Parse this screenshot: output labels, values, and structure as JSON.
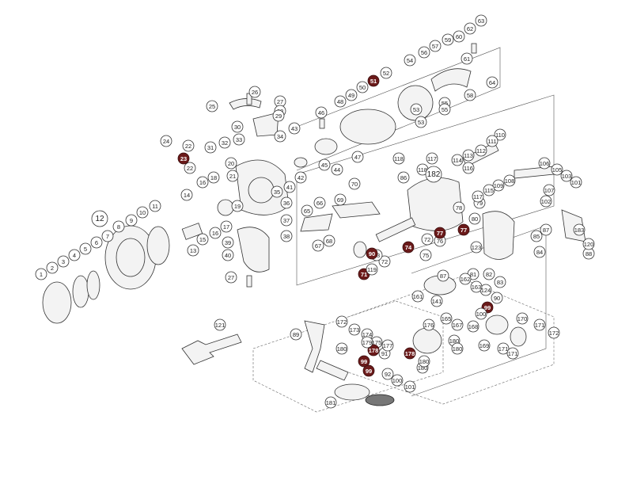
{
  "diagram": {
    "callouts": [
      {
        "label": "1"
      },
      {
        "label": "2"
      },
      {
        "label": "3"
      },
      {
        "label": "4"
      },
      {
        "label": "5"
      },
      {
        "label": "6"
      },
      {
        "label": "7"
      },
      {
        "label": "8"
      },
      {
        "label": "9"
      },
      {
        "label": "10"
      },
      {
        "label": "11"
      },
      {
        "label": "12",
        "style": "big"
      },
      {
        "label": "13"
      },
      {
        "label": "14"
      },
      {
        "label": "15"
      },
      {
        "label": "16"
      },
      {
        "label": "16"
      },
      {
        "label": "17"
      },
      {
        "label": "18"
      },
      {
        "label": "19"
      },
      {
        "label": "20"
      },
      {
        "label": "21"
      },
      {
        "label": "22"
      },
      {
        "label": "22"
      },
      {
        "label": "23",
        "style": "dark"
      },
      {
        "label": "24"
      },
      {
        "label": "25"
      },
      {
        "label": "26"
      },
      {
        "label": "27"
      },
      {
        "label": "27"
      },
      {
        "label": "28"
      },
      {
        "label": "29"
      },
      {
        "label": "30"
      },
      {
        "label": "31"
      },
      {
        "label": "32"
      },
      {
        "label": "33"
      },
      {
        "label": "34"
      },
      {
        "label": "35"
      },
      {
        "label": "36"
      },
      {
        "label": "37"
      },
      {
        "label": "38"
      },
      {
        "label": "39"
      },
      {
        "label": "40"
      },
      {
        "label": "41"
      },
      {
        "label": "42"
      },
      {
        "label": "43"
      },
      {
        "label": "44"
      },
      {
        "label": "45"
      },
      {
        "label": "46"
      },
      {
        "label": "47"
      },
      {
        "label": "48"
      },
      {
        "label": "49"
      },
      {
        "label": "50"
      },
      {
        "label": "51",
        "style": "dark"
      },
      {
        "label": "52"
      },
      {
        "label": "53"
      },
      {
        "label": "53"
      },
      {
        "label": "54"
      },
      {
        "label": "55"
      },
      {
        "label": "55"
      },
      {
        "label": "56"
      },
      {
        "label": "57"
      },
      {
        "label": "58"
      },
      {
        "label": "59"
      },
      {
        "label": "60"
      },
      {
        "label": "61"
      },
      {
        "label": "62"
      },
      {
        "label": "63"
      },
      {
        "label": "64"
      },
      {
        "label": "65"
      },
      {
        "label": "66"
      },
      {
        "label": "67"
      },
      {
        "label": "68"
      },
      {
        "label": "69"
      },
      {
        "label": "70"
      },
      {
        "label": "71",
        "style": "dark"
      },
      {
        "label": "72"
      },
      {
        "label": "73"
      },
      {
        "label": "74",
        "style": "dark"
      },
      {
        "label": "75"
      },
      {
        "label": "76"
      },
      {
        "label": "77",
        "style": "dark"
      },
      {
        "label": "77",
        "style": "dark"
      },
      {
        "label": "78"
      },
      {
        "label": "79"
      },
      {
        "label": "80"
      },
      {
        "label": "81"
      },
      {
        "label": "82"
      },
      {
        "label": "83"
      },
      {
        "label": "84"
      },
      {
        "label": "85"
      },
      {
        "label": "86"
      },
      {
        "label": "87"
      },
      {
        "label": "87"
      },
      {
        "label": "88"
      },
      {
        "label": "89"
      },
      {
        "label": "90"
      },
      {
        "label": "91"
      },
      {
        "label": "92"
      },
      {
        "label": "99",
        "style": "dark"
      },
      {
        "label": "99",
        "style": "dark"
      },
      {
        "label": "99",
        "style": "dark"
      },
      {
        "label": "100"
      },
      {
        "label": "100"
      },
      {
        "label": "101"
      },
      {
        "label": "101"
      },
      {
        "label": "102"
      },
      {
        "label": "103"
      },
      {
        "label": "105"
      },
      {
        "label": "106"
      },
      {
        "label": "107"
      },
      {
        "label": "108"
      },
      {
        "label": "109"
      },
      {
        "label": "110"
      },
      {
        "label": "111"
      },
      {
        "label": "112"
      },
      {
        "label": "113"
      },
      {
        "label": "114"
      },
      {
        "label": "115"
      },
      {
        "label": "116"
      },
      {
        "label": "117"
      },
      {
        "label": "117"
      },
      {
        "label": "118"
      },
      {
        "label": "118"
      },
      {
        "label": "119"
      },
      {
        "label": "120"
      },
      {
        "label": "121"
      },
      {
        "label": "123"
      },
      {
        "label": "124"
      },
      {
        "label": "141"
      },
      {
        "label": "161"
      },
      {
        "label": "162"
      },
      {
        "label": "163"
      },
      {
        "label": "165"
      },
      {
        "label": "167"
      },
      {
        "label": "168"
      },
      {
        "label": "169"
      },
      {
        "label": "170"
      },
      {
        "label": "171"
      },
      {
        "label": "171"
      },
      {
        "label": "171"
      },
      {
        "label": "172"
      },
      {
        "label": "172"
      },
      {
        "label": "173"
      },
      {
        "label": "174"
      },
      {
        "label": "175"
      },
      {
        "label": "176"
      },
      {
        "label": "177"
      },
      {
        "label": "178",
        "style": "dark"
      },
      {
        "label": "178",
        "style": "dark"
      },
      {
        "label": "179"
      },
      {
        "label": "180"
      },
      {
        "label": "180"
      },
      {
        "label": "180"
      },
      {
        "label": "180"
      },
      {
        "label": "180"
      },
      {
        "label": "181"
      },
      {
        "label": "182",
        "style": "big"
      },
      {
        "label": "183"
      },
      {
        "label": "90",
        "style": "dark"
      },
      {
        "label": "72"
      },
      {
        "label": "78"
      }
    ]
  }
}
